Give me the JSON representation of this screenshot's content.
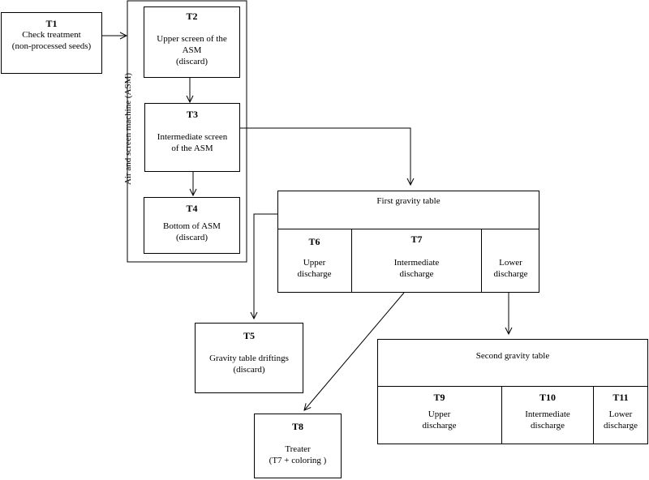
{
  "t1": {
    "code": "T1",
    "lines": [
      "Check treatment",
      "(non-processed seeds)"
    ]
  },
  "asm_label": "Air and screen machine (ASM)",
  "t2": {
    "code": "T2",
    "lines": [
      "Upper screen of the",
      "ASM",
      "(discard)"
    ]
  },
  "t3": {
    "code": "T3",
    "lines": [
      "Intermediate screen",
      "of the ASM"
    ]
  },
  "t4": {
    "code": "T4",
    "lines": [
      "Bottom of ASM",
      "(discard)"
    ]
  },
  "gt1": {
    "title": "First gravity table"
  },
  "t6": {
    "code": "T6",
    "lines": [
      "Upper",
      "discharge"
    ]
  },
  "t7": {
    "code": "T7",
    "lines": [
      "Intermediate",
      "discharge"
    ]
  },
  "t_lower": {
    "code": "",
    "lines": [
      "Lower",
      "discharge"
    ]
  },
  "t5": {
    "code": "T5",
    "lines": [
      "Gravity  table driftings",
      "(discard)"
    ]
  },
  "gt2": {
    "title": "Second gravity table"
  },
  "t9": {
    "code": "T9",
    "lines": [
      "Upper",
      "discharge"
    ]
  },
  "t10": {
    "code": "T10",
    "lines": [
      "Intermediate",
      "discharge"
    ]
  },
  "t11": {
    "code": "T11",
    "lines": [
      "Lower",
      "discharge"
    ]
  },
  "t8": {
    "code": "T8",
    "lines": [
      "Treater",
      "(T7 + coloring )"
    ]
  }
}
